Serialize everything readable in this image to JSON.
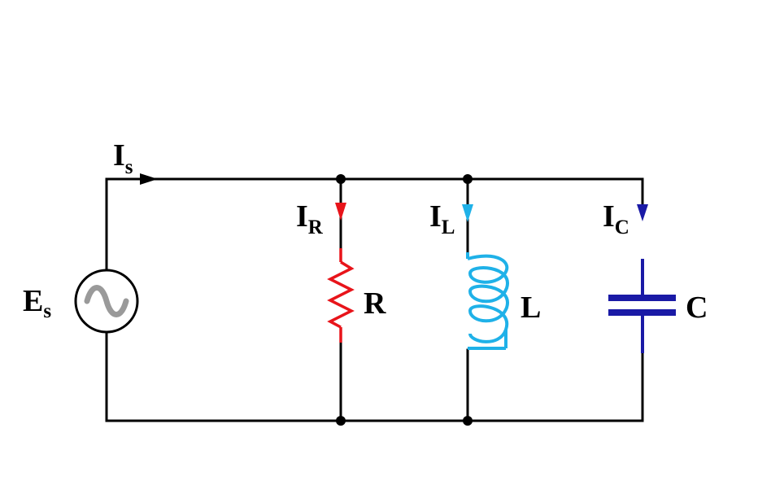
{
  "labels": {
    "source_current": {
      "main": "I",
      "sub": "s"
    },
    "source_voltage": {
      "main": "E",
      "sub": "s"
    },
    "resistor_current": {
      "main": "I",
      "sub": "R"
    },
    "inductor_current": {
      "main": "I",
      "sub": "L"
    },
    "capacitor_current": {
      "main": "I",
      "sub": "C"
    },
    "resistor": "R",
    "inductor": "L",
    "capacitor": "C"
  },
  "colors": {
    "wire": "#000000",
    "resistor": "#e8141a",
    "inductor": "#1fb1e8",
    "capacitor": "#1a1aa6",
    "source_wave": "#9a9a9a"
  },
  "icons": {
    "source": "ac-voltage-source-icon",
    "resistor": "resistor-icon",
    "inductor": "inductor-coil-icon",
    "capacitor": "capacitor-icon"
  }
}
